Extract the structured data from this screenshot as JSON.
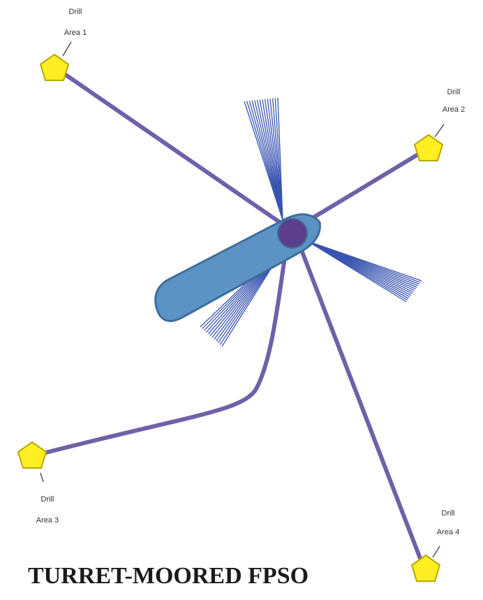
{
  "title": "TURRET-MOORED FPSO",
  "drill_areas": [
    {
      "line1": "Drill",
      "line2": "Area 1"
    },
    {
      "line1": "Drill",
      "line2": "Area 2"
    },
    {
      "line1": "Drill",
      "line2": "Area 3"
    },
    {
      "line1": "Drill",
      "line2": "Area 4"
    }
  ],
  "colors": {
    "flowline": "#7060a8",
    "vessel_fill": "#5b93c4",
    "vessel_stroke": "#3e6f99",
    "turret_fill": "#5b3f8c",
    "mooring": "#3a55b0",
    "well_fill": "#ffee22",
    "well_stroke": "#b8a800"
  }
}
